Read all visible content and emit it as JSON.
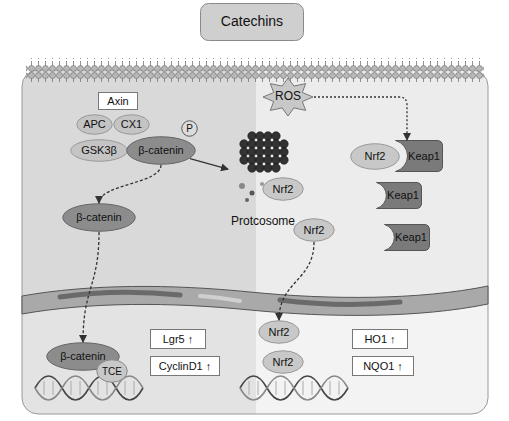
{
  "diagram": {
    "nodes": [
      {
        "text": [
          "Catechins"
        ]
      },
      {
        "text": [
          "Axin"
        ]
      },
      {
        "text": [
          "APC"
        ]
      },
      {
        "text": [
          "CX1"
        ]
      },
      {
        "text": [
          "GSK3β"
        ]
      },
      {
        "text": [
          "P"
        ]
      },
      {
        "text": [
          "β-catenin"
        ]
      },
      {
        "text": [
          "ROS"
        ]
      },
      {
        "text": [
          "Nrf2"
        ]
      },
      {
        "text": [
          "Keap1"
        ]
      },
      {
        "text": [
          "Nrf2"
        ]
      },
      {
        "text": [
          "Keap1"
        ]
      },
      {
        "text": [
          "Protcosome"
        ]
      },
      {
        "text": [
          "β-catenin"
        ]
      },
      {
        "text": [
          "Nrf2"
        ]
      },
      {
        "text": [
          "Keap1"
        ]
      },
      {
        "text": [
          "β-catenin"
        ]
      },
      {
        "text": [
          "TCE"
        ]
      },
      {
        "text": [
          "Lgr5 ↑"
        ]
      },
      {
        "text": [
          "CyclinD1 ↑"
        ]
      },
      {
        "text": [
          "Nrf2"
        ]
      },
      {
        "text": [
          "Nrf2"
        ]
      },
      {
        "text": [
          "HO1 ↑"
        ]
      },
      {
        "text": [
          "NQO1 ↑"
        ]
      }
    ],
    "edges": [
      {
        "from": 6,
        "to": 12,
        "arrow": "to"
      },
      {
        "from": 6,
        "to": 13,
        "arrow": "to"
      },
      {
        "from": 13,
        "to": 16,
        "arrow": "to"
      },
      {
        "from": 7,
        "to": 9,
        "arrow": "to"
      },
      {
        "from": 14,
        "to": 20,
        "arrow": "to"
      }
    ]
  }
}
